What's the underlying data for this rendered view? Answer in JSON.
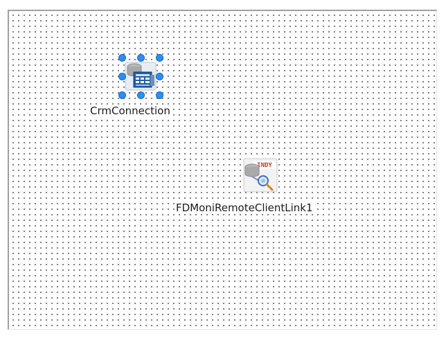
{
  "designer": {
    "components": [
      {
        "name": "CrmConnection",
        "icon": "database-connection-icon",
        "selected": true
      },
      {
        "name": "FDMoniRemoteClientLink1",
        "icon": "indy-monitor-link-icon",
        "badge": "INDY",
        "selected": false
      }
    ]
  },
  "colors": {
    "selection_handle": "#2e8ef0",
    "grid_dot": "#2b2b2b",
    "badge_text": "#c0392b"
  }
}
